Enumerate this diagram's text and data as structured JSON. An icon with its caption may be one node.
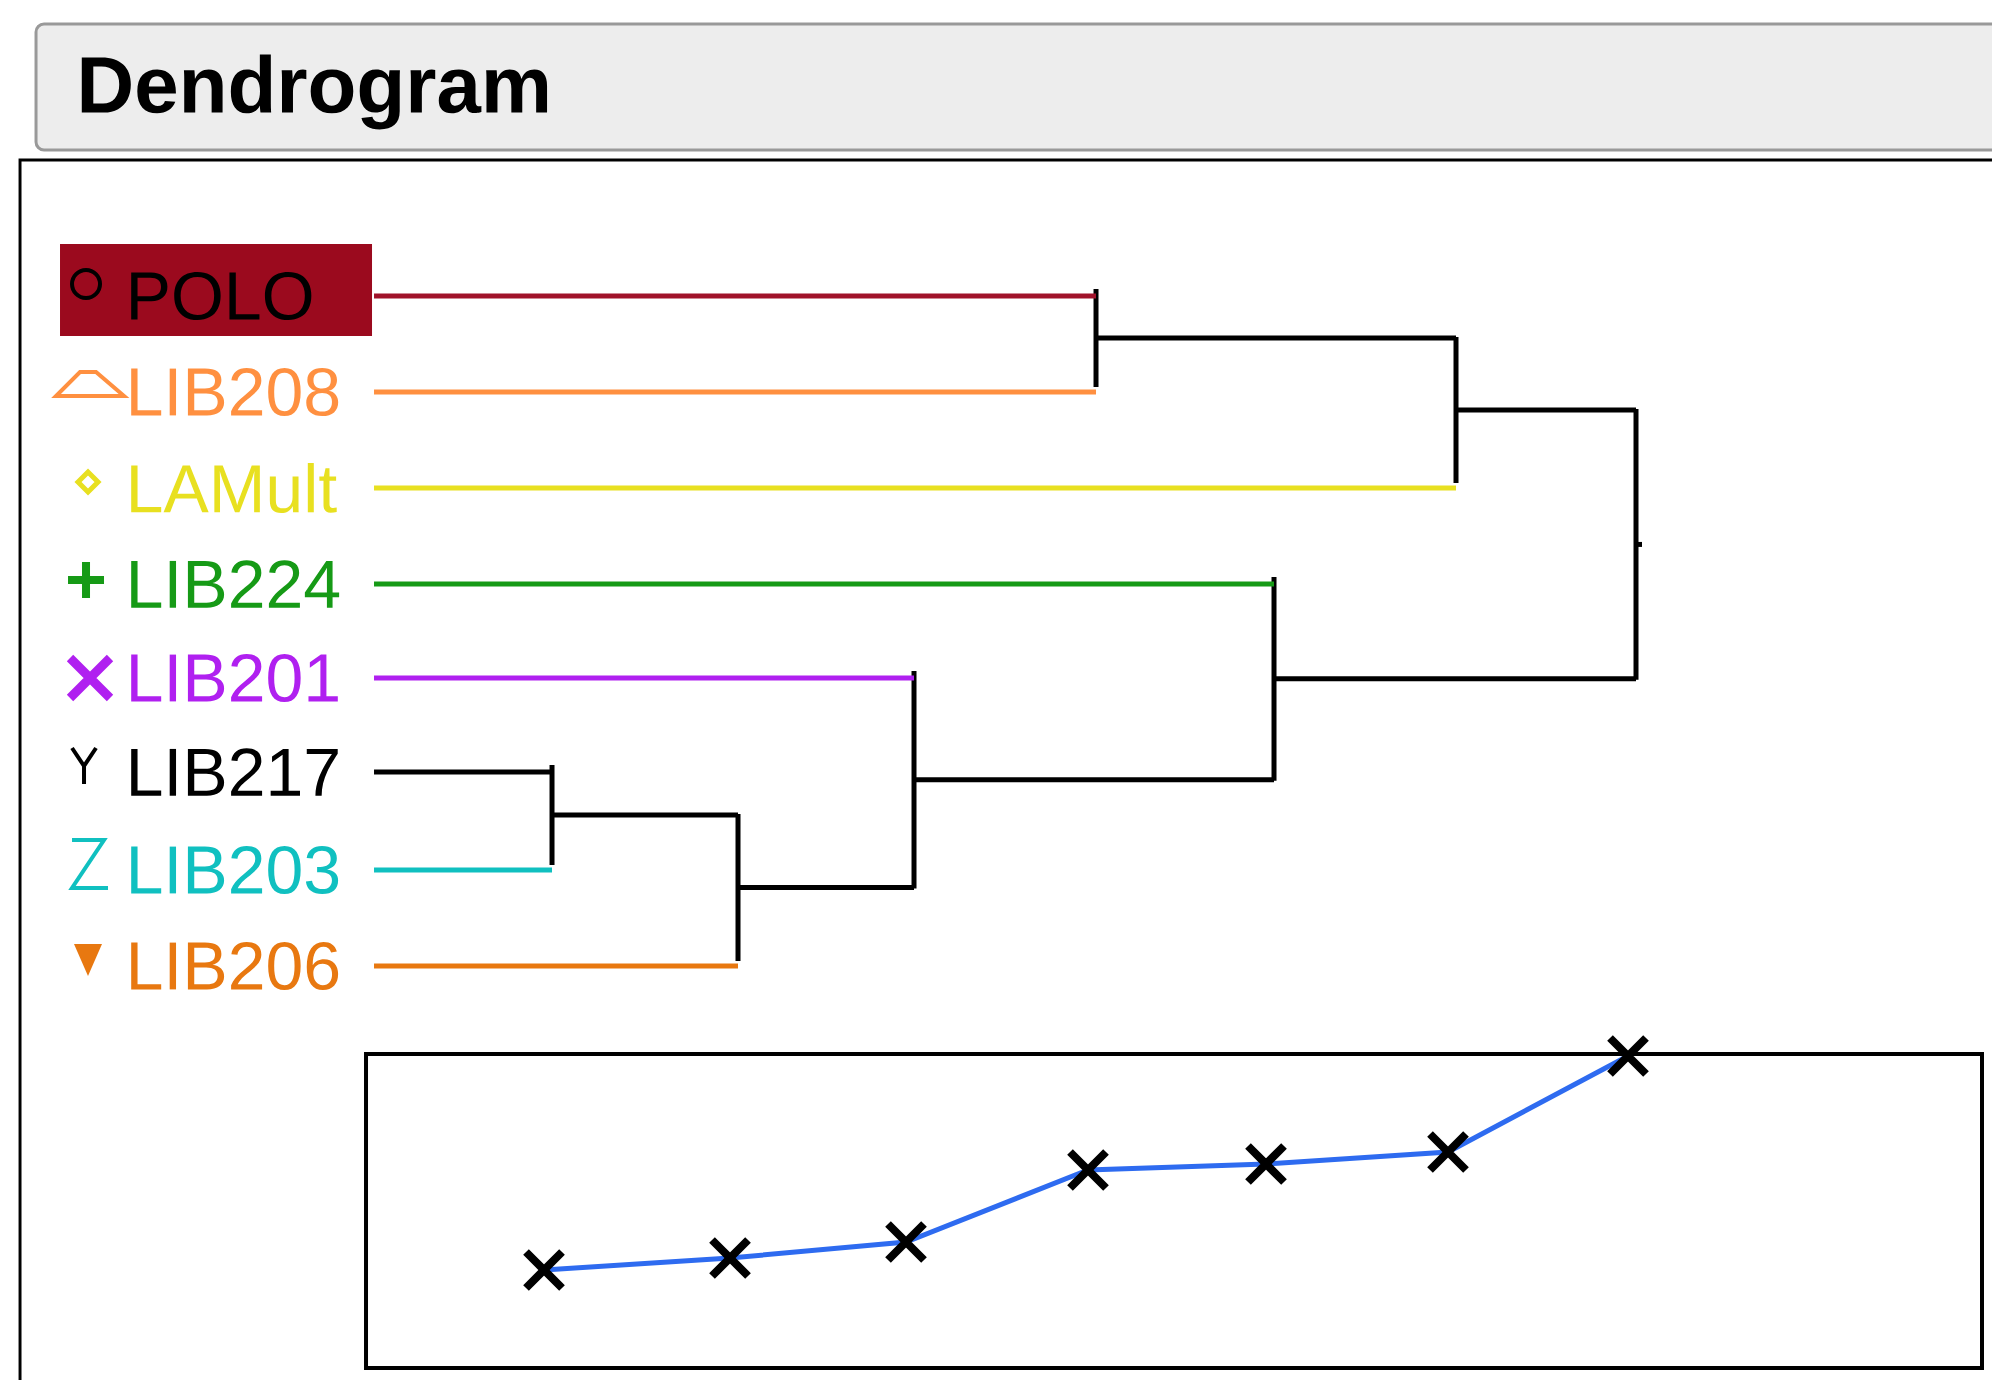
{
  "diagram": {
    "title": "Dendrogram",
    "nodes": [
      {
        "text": [
          "POLO"
        ]
      },
      {
        "text": [
          "LIB208"
        ]
      },
      {
        "text": [
          "LAMult"
        ]
      },
      {
        "text": [
          "LIB224"
        ]
      },
      {
        "text": [
          "LIB201"
        ]
      },
      {
        "text": [
          "LIB217"
        ]
      },
      {
        "text": [
          "LIB203"
        ]
      },
      {
        "text": [
          "LIB206"
        ]
      },
      {
        "text": [],
        "shape": "bar"
      },
      {
        "text": [],
        "shape": "bar"
      },
      {
        "text": [],
        "shape": "bar"
      },
      {
        "text": [],
        "shape": "bar"
      },
      {
        "text": [],
        "shape": "bar"
      },
      {
        "text": [],
        "shape": "bar"
      },
      {
        "text": [],
        "shape": "bar"
      }
    ],
    "edges": [
      {
        "from": 0,
        "to": 8,
        "arrow": "none",
        "color": "#a0122a"
      },
      {
        "from": 1,
        "to": 8,
        "arrow": "none",
        "color": "#ff9040"
      },
      {
        "from": 8,
        "to": 9,
        "arrow": "none"
      },
      {
        "from": 2,
        "to": 9,
        "arrow": "none",
        "color": "#e8e020"
      },
      {
        "from": 3,
        "to": 13,
        "arrow": "none",
        "color": "#169a16"
      },
      {
        "from": 4,
        "to": 12,
        "arrow": "none",
        "color": "#b020f0"
      },
      {
        "from": 5,
        "to": 10,
        "arrow": "none"
      },
      {
        "from": 6,
        "to": 10,
        "arrow": "none",
        "color": "#10c0c0"
      },
      {
        "from": 10,
        "to": 11,
        "arrow": "none"
      },
      {
        "from": 7,
        "to": 11,
        "arrow": "none",
        "color": "#e87810"
      },
      {
        "from": 11,
        "to": 12,
        "arrow": "none"
      },
      {
        "from": 12,
        "to": 13,
        "arrow": "none"
      },
      {
        "from": 9,
        "to": 14,
        "arrow": "none"
      },
      {
        "from": 13,
        "to": 14,
        "arrow": "none"
      }
    ]
  }
}
